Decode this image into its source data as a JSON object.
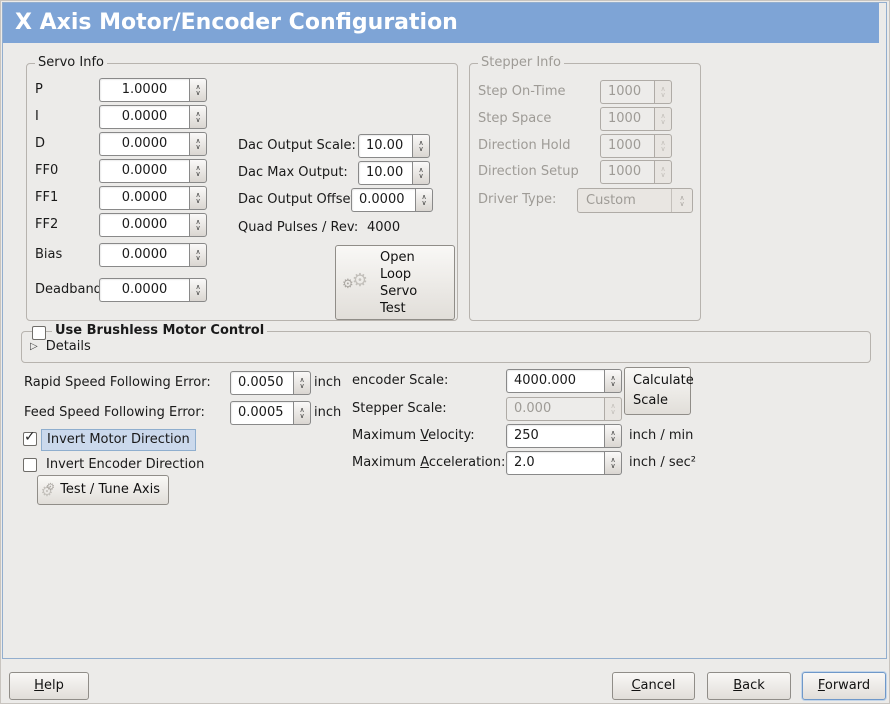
{
  "window": {
    "title": "X Axis Motor/Encoder Configuration"
  },
  "colors": {
    "banner_blue": "#7EA4D6",
    "selection_highlight": "#CBD9EC"
  },
  "servo_info": {
    "title": "Servo Info",
    "fields": [
      {
        "label": "P",
        "value": "1.0000"
      },
      {
        "label": "I",
        "value": "0.0000"
      },
      {
        "label": "D",
        "value": "0.0000"
      },
      {
        "label": "FF0",
        "value": "0.0000"
      },
      {
        "label": "FF1",
        "value": "0.0000"
      },
      {
        "label": "FF2",
        "value": "0.0000"
      },
      {
        "label": "Bias",
        "value": "0.0000"
      },
      {
        "label": "Deadband",
        "value": "0.0000"
      }
    ],
    "dac_fields": [
      {
        "label": "Dac Output Scale:",
        "value": "10.00"
      },
      {
        "label": "Dac Max Output:",
        "value": "10.00"
      },
      {
        "label": "Dac Output Offset:",
        "value": "0.0000"
      }
    ],
    "quad_pulses_label": "Quad Pulses / Rev:",
    "quad_pulses_value": "4000",
    "open_loop_test_button": "Open\nLoop\nServo\nTest"
  },
  "stepper_info": {
    "title": "Stepper Info",
    "fields": [
      {
        "label": "Step On-Time",
        "value": "1000"
      },
      {
        "label": "Step Space",
        "value": "1000"
      },
      {
        "label": "Direction Hold",
        "value": "1000"
      },
      {
        "label": "Direction Setup",
        "value": "1000"
      }
    ],
    "driver_type_label": "Driver Type:",
    "driver_type_value": "Custom"
  },
  "brushless": {
    "label": "Use Brushless Motor Control",
    "checked": false,
    "details_label": "Details"
  },
  "following_error": {
    "rapid_label": "Rapid Speed Following Error:",
    "rapid_value": "0.0050",
    "rapid_unit": "inch",
    "feed_label": "Feed Speed Following Error:",
    "feed_value": "0.0005",
    "feed_unit": "inch"
  },
  "scale": {
    "encoder_label": "encoder Scale:",
    "encoder_value": "4000.000",
    "calculate_button": "Calculate Scale",
    "stepper_label": "Stepper Scale:",
    "stepper_value": "0.000",
    "velocity_label": "Maximum Velocity:",
    "velocity_value": "250",
    "velocity_unit": "inch / min",
    "acceleration_label": "Maximum Acceleration:",
    "acceleration_value": "2.0",
    "acceleration_unit": "inch / sec²"
  },
  "direction": {
    "invert_motor_label": "Invert Motor Direction",
    "invert_motor_checked": true,
    "invert_encoder_label": "Invert Encoder Direction",
    "invert_encoder_checked": false,
    "test_tune_button": "Test / Tune Axis"
  },
  "actions": {
    "help": "Help",
    "cancel": "Cancel",
    "back": "Back",
    "forward": "Forward"
  }
}
